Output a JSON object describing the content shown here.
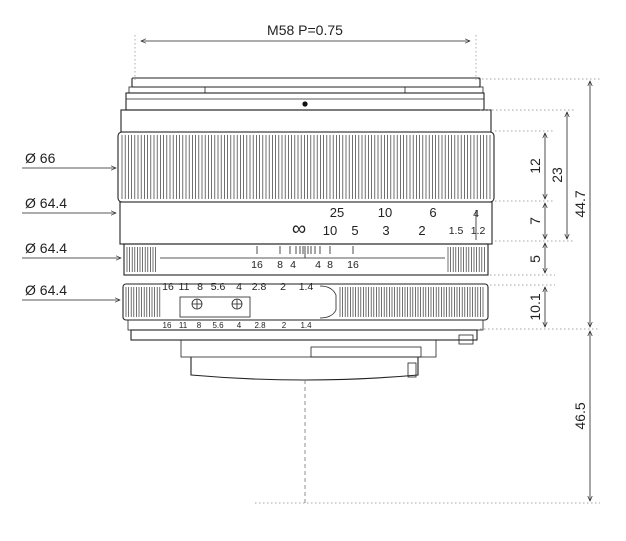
{
  "thread_label": "M58 P=0.75",
  "diameters": {
    "d1": "Ø 66",
    "d2": "Ø 64.4",
    "d3": "Ø 64.4",
    "d4": "Ø 64.4"
  },
  "heights": {
    "h12": "12",
    "h23": "23",
    "h447": "44.7",
    "h7": "7",
    "h5": "5",
    "h101": "10.1",
    "h465": "46.5"
  },
  "focus_ft": [
    "25",
    "10",
    "6",
    "4"
  ],
  "focus_m": [
    "∞",
    "10",
    "5",
    "3",
    "2",
    "1.5",
    "1.2"
  ],
  "dof": [
    "16",
    "8",
    "4",
    "4",
    "8",
    "16"
  ],
  "aperture": [
    "16",
    "11",
    "8",
    "5.6",
    "4",
    "2.8",
    "2",
    "1.4"
  ],
  "aperture_small": [
    "16",
    "11",
    "8",
    "5.6",
    "4",
    "2.8",
    "2",
    "1.4"
  ],
  "colors": {
    "line": "#222222",
    "guide": "#888888"
  }
}
